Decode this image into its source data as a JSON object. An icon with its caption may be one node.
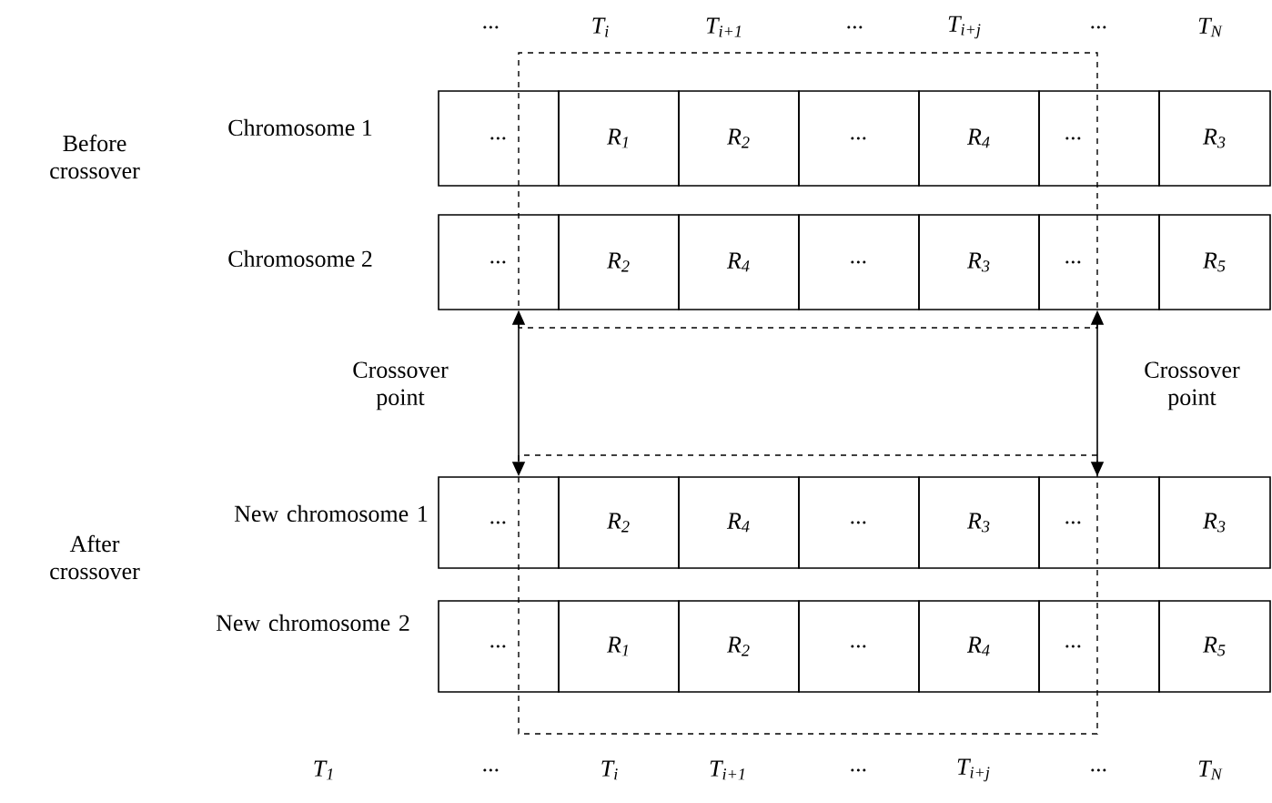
{
  "diagram": {
    "nodes": [
      {
        "text": [
          "..."
        ]
      },
      {
        "text": [
          "R$_{1}$"
        ]
      },
      {
        "text": [
          "R$_{2}$"
        ]
      },
      {
        "text": [
          "..."
        ]
      },
      {
        "text": [
          "R$_{4}$"
        ]
      },
      {
        "text": [
          "..."
        ]
      },
      {
        "text": [
          "R$_{3}$"
        ]
      },
      {
        "text": [
          "..."
        ]
      },
      {
        "text": [
          "R$_{2}$"
        ]
      },
      {
        "text": [
          "R$_{4}$"
        ]
      },
      {
        "text": [
          "..."
        ]
      },
      {
        "text": [
          "R$_{3}$"
        ]
      },
      {
        "text": [
          "..."
        ]
      },
      {
        "text": [
          "R$_{5}$"
        ]
      },
      {
        "text": [
          "..."
        ]
      },
      {
        "text": [
          "R$_{2}$"
        ]
      },
      {
        "text": [
          "R$_{4}$"
        ]
      },
      {
        "text": [
          "..."
        ]
      },
      {
        "text": [
          "R$_{3}$"
        ]
      },
      {
        "text": [
          "..."
        ]
      },
      {
        "text": [
          "R$_{3}$"
        ]
      },
      {
        "text": [
          "..."
        ]
      },
      {
        "text": [
          "R$_{1}$"
        ]
      },
      {
        "text": [
          "R$_{2}$"
        ]
      },
      {
        "text": [
          "..."
        ]
      },
      {
        "text": [
          "R$_{4}$"
        ]
      },
      {
        "text": [
          "..."
        ]
      },
      {
        "text": [
          "R$_{5}$"
        ]
      }
    ],
    "edges": [
      {
        "from": 7,
        "to": 14,
        "arrow": "both"
      },
      {
        "from": 12,
        "to": 19,
        "arrow": "both"
      }
    ],
    "labels": [
      "...",
      "T$_{i}$",
      "T$_{i+1}$",
      "...",
      "T$_{i+j}$",
      "...",
      "T$_{N}$",
      "Chromosome 1",
      "Before crossover",
      "Chromosome 2",
      "Crossover point",
      "Crossover point",
      "New chromosome 1",
      "After crossover",
      "New chromosome 2",
      "T$_{1}$",
      "...",
      "T$_{i}$",
      "T$_{i+1}$",
      "...",
      "T$_{i+j}$",
      "...",
      "T$_{N}$"
    ]
  }
}
